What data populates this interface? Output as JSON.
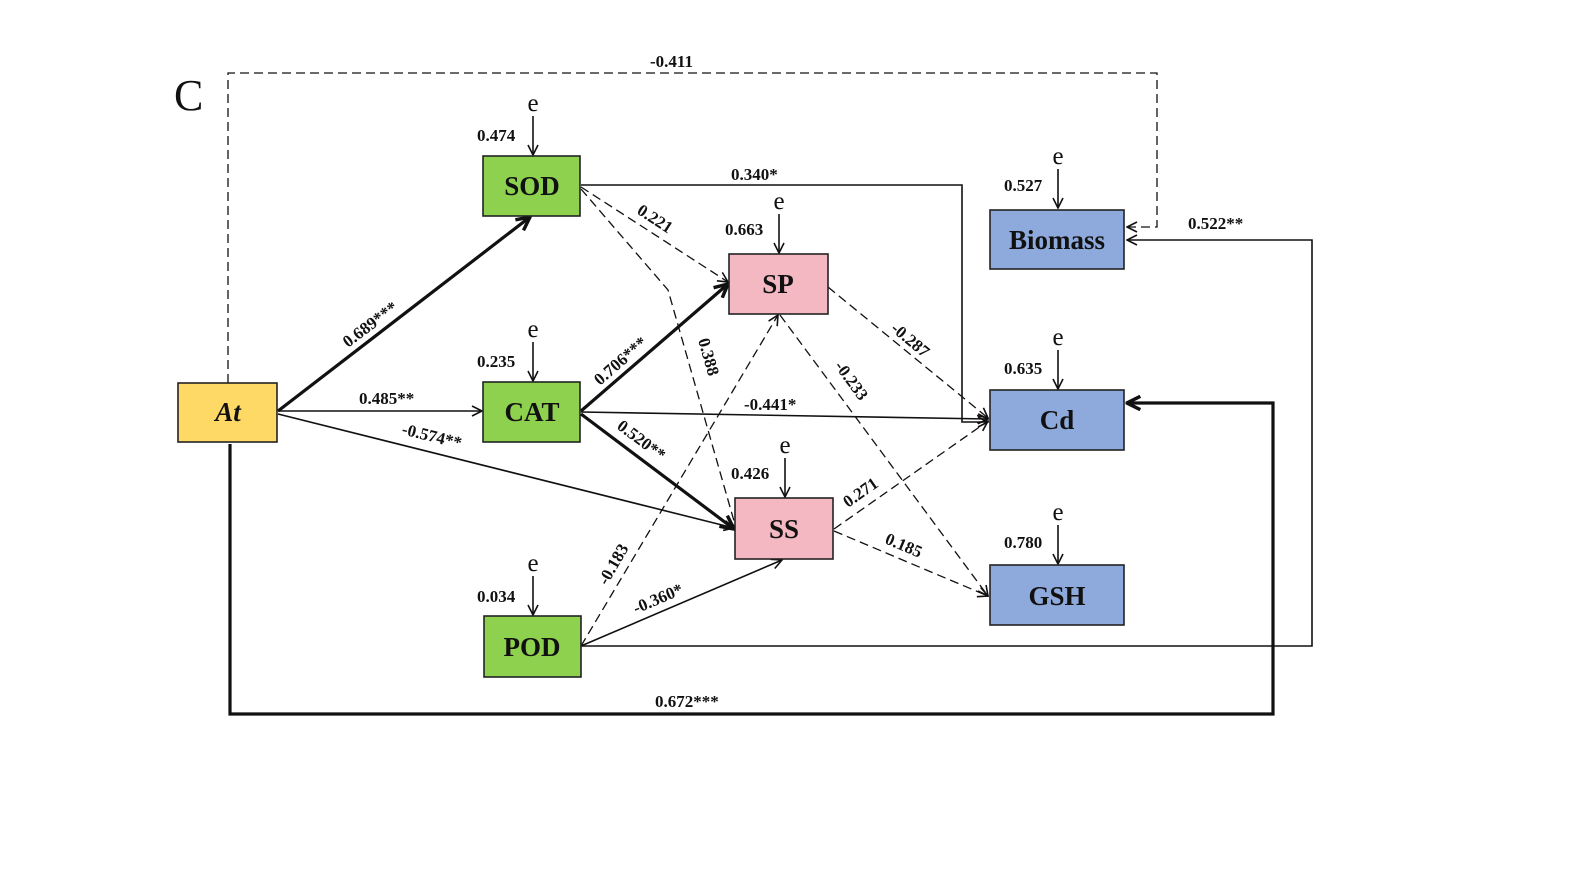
{
  "panel_label": "C",
  "error_label": "e",
  "nodes": {
    "At": {
      "label": "At",
      "color": "#FFD966"
    },
    "SOD": {
      "label": "SOD",
      "color": "#8DD14F",
      "r2": "0.474"
    },
    "CAT": {
      "label": "CAT",
      "color": "#8DD14F",
      "r2": "0.235"
    },
    "POD": {
      "label": "POD",
      "color": "#8DD14F",
      "r2": "0.034"
    },
    "SP": {
      "label": "SP",
      "color": "#F4B8C2",
      "r2": "0.663"
    },
    "SS": {
      "label": "SS",
      "color": "#F4B8C2",
      "r2": "0.426"
    },
    "Biomass": {
      "label": "Biomass",
      "color": "#8EA9DB",
      "r2": "0.527"
    },
    "Cd": {
      "label": "Cd",
      "color": "#8EA9DB",
      "r2": "0.635"
    },
    "GSH": {
      "label": "GSH",
      "color": "#8EA9DB",
      "r2": "0.780"
    }
  },
  "paths": [
    {
      "from": "At",
      "to": "SOD",
      "coef": "0.689***",
      "style": "solid-thick"
    },
    {
      "from": "At",
      "to": "CAT",
      "coef": "0.485**",
      "style": "solid-thin"
    },
    {
      "from": "At",
      "to": "SS",
      "coef": "-0.574**",
      "style": "solid-thin"
    },
    {
      "from": "At",
      "to": "Biomass",
      "coef": "-0.411",
      "style": "dashed"
    },
    {
      "from": "At",
      "to": "Cd",
      "coef": "0.672***",
      "style": "solid-thick"
    },
    {
      "from": "SOD",
      "to": "Cd",
      "coef": "0.340*",
      "style": "solid-thin"
    },
    {
      "from": "SOD",
      "to": "SP",
      "coef": "0.221",
      "style": "dashed"
    },
    {
      "from": "SOD",
      "to": "SS",
      "coef": "0.388",
      "style": "dashed"
    },
    {
      "from": "CAT",
      "to": "SP",
      "coef": "0.706***",
      "style": "solid-thick"
    },
    {
      "from": "CAT",
      "to": "Cd",
      "coef": "-0.441*",
      "style": "solid-thin"
    },
    {
      "from": "CAT",
      "to": "SS",
      "coef": "0.520**",
      "style": "solid-thick"
    },
    {
      "from": "POD",
      "to": "SP",
      "coef": "-0.183",
      "style": "dashed"
    },
    {
      "from": "POD",
      "to": "SS",
      "coef": "-0.360*",
      "style": "solid-thin"
    },
    {
      "from": "POD",
      "to": "Biomass",
      "coef": "0.522**",
      "style": "solid-thin"
    },
    {
      "from": "SP",
      "to": "Cd",
      "coef": "-0.287",
      "style": "dashed"
    },
    {
      "from": "SP",
      "to": "GSH",
      "coef": "-0.233",
      "style": "dashed"
    },
    {
      "from": "SS",
      "to": "Cd",
      "coef": "0.271",
      "style": "dashed"
    },
    {
      "from": "SS",
      "to": "GSH",
      "coef": "0.185",
      "style": "dashed"
    }
  ]
}
